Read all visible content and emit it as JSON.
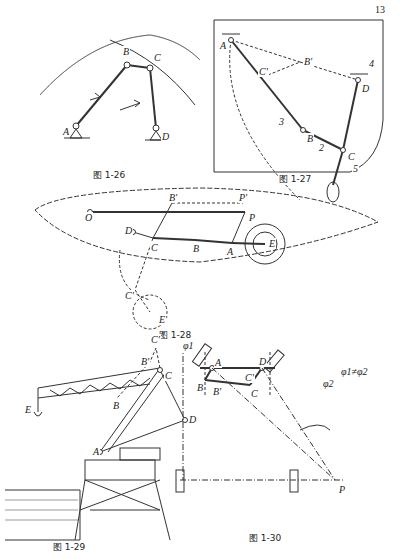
{
  "diagram": {
    "labels": [
      "13",
      "B",
      "C",
      "A",
      "D",
      "图 1-26",
      "A",
      "C'",
      "B'",
      "4",
      "D",
      "3",
      "B",
      "2",
      "C",
      "5",
      "图 1-27",
      "O",
      "B'",
      "P'",
      "P",
      "D",
      "C",
      "B",
      "A",
      "E",
      "C'",
      "E'",
      "图 1-28",
      "C'",
      "B'",
      "E",
      "C",
      "B",
      "D",
      "A",
      "图 1-29",
      "φ1",
      "A",
      "D",
      "B",
      "C",
      "B'",
      "C'",
      "φ2",
      "φ1≠φ2",
      "P",
      "图 1-30"
    ]
  }
}
